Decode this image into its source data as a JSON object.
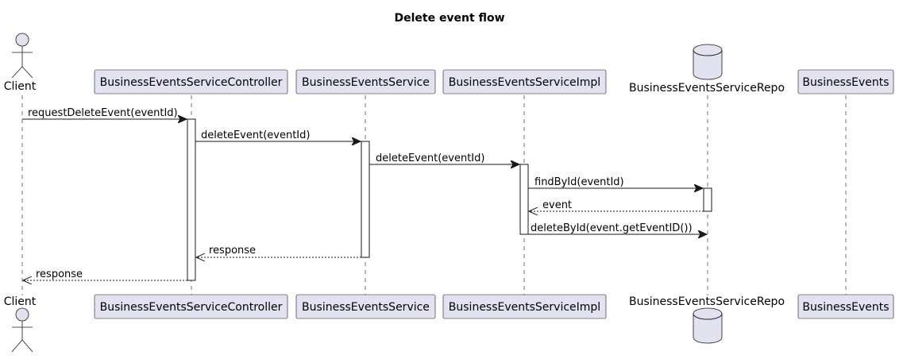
{
  "title": "Delete event flow",
  "participants": {
    "client": "Client",
    "controller": "BusinessEventsServiceController",
    "service": "BusinessEventsService",
    "impl": "BusinessEventsServiceImpl",
    "repo": "BusinessEventsServiceRepo",
    "events": "BusinessEvents"
  },
  "messages": [
    {
      "label": "requestDeleteEvent(eventId)",
      "from": "Client",
      "to": "BusinessEventsServiceController",
      "style": "solid"
    },
    {
      "label": "deleteEvent(eventId)",
      "from": "BusinessEventsServiceController",
      "to": "BusinessEventsService",
      "style": "solid"
    },
    {
      "label": "deleteEvent(eventId)",
      "from": "BusinessEventsService",
      "to": "BusinessEventsServiceImpl",
      "style": "solid"
    },
    {
      "label": "findById(eventId)",
      "from": "BusinessEventsServiceImpl",
      "to": "BusinessEventsServiceRepo",
      "style": "solid"
    },
    {
      "label": "event",
      "from": "BusinessEventsServiceRepo",
      "to": "BusinessEventsServiceImpl",
      "style": "dashed"
    },
    {
      "label": "deleteById(event.getEventID())",
      "from": "BusinessEventsServiceImpl",
      "to": "BusinessEventsServiceRepo",
      "style": "solid"
    },
    {
      "label": "response",
      "from": "BusinessEventsService",
      "to": "BusinessEventsServiceController",
      "style": "dashed"
    },
    {
      "label": "response",
      "from": "BusinessEventsServiceController",
      "to": "Client",
      "style": "dashed"
    }
  ],
  "colors": {
    "participant_fill": "#E2E2F0",
    "stroke": "#181818",
    "activation_fill": "#FFFFFF"
  }
}
